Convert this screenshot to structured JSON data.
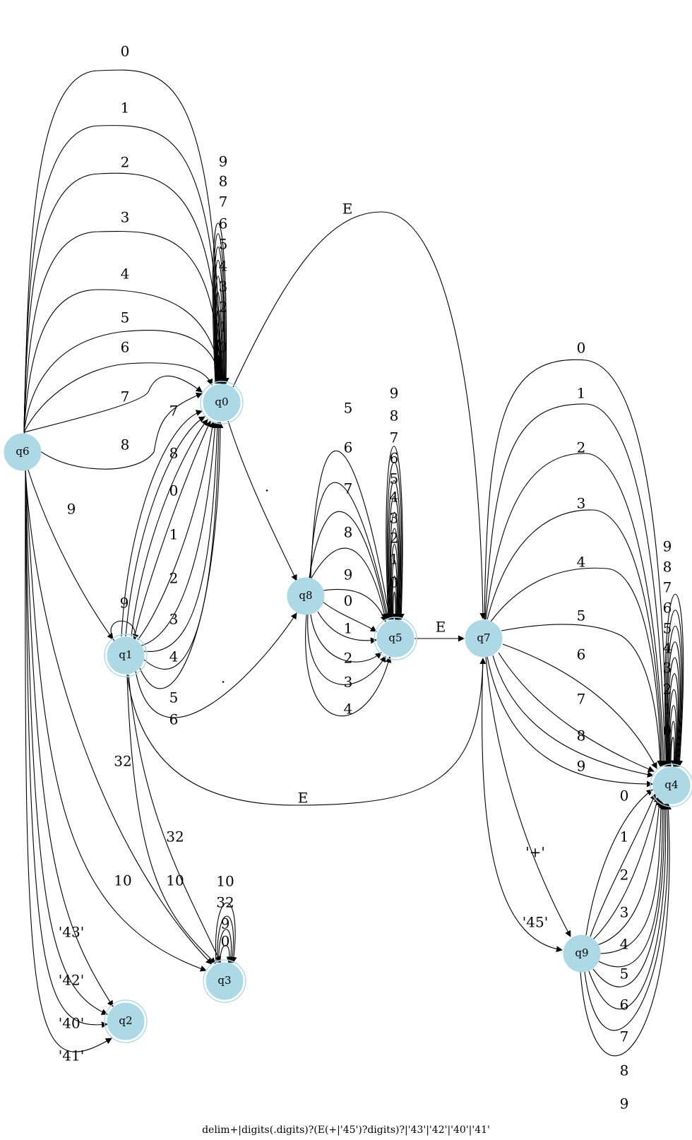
{
  "caption": "delim+|digits(.digits)?(E(+|'45')?digits)?|'43'|'42'|'40'|'41'",
  "colors": {
    "node_fill": "#add8e6",
    "edge": "#000000"
  },
  "nodes": [
    {
      "id": "q0",
      "accepting": true
    },
    {
      "id": "q1",
      "accepting": true
    },
    {
      "id": "q2",
      "accepting": true
    },
    {
      "id": "q3",
      "accepting": true
    },
    {
      "id": "q4",
      "accepting": true
    },
    {
      "id": "q5",
      "accepting": true
    },
    {
      "id": "q6",
      "accepting": false
    },
    {
      "id": "q7",
      "accepting": false
    },
    {
      "id": "q8",
      "accepting": false
    },
    {
      "id": "q9",
      "accepting": false
    }
  ],
  "edges": [
    {
      "from": "q6",
      "to": "q0",
      "label": "0"
    },
    {
      "from": "q6",
      "to": "q0",
      "label": "1"
    },
    {
      "from": "q6",
      "to": "q0",
      "label": "2"
    },
    {
      "from": "q6",
      "to": "q0",
      "label": "3"
    },
    {
      "from": "q6",
      "to": "q0",
      "label": "4"
    },
    {
      "from": "q6",
      "to": "q0",
      "label": "5"
    },
    {
      "from": "q6",
      "to": "q0",
      "label": "6"
    },
    {
      "from": "q6",
      "to": "q0",
      "label": "7"
    },
    {
      "from": "q6",
      "to": "q0",
      "label": "8"
    },
    {
      "from": "q6",
      "to": "q1",
      "label": "9"
    },
    {
      "from": "q6",
      "to": "q3",
      "label": "32"
    },
    {
      "from": "q6",
      "to": "q3",
      "label": "10"
    },
    {
      "from": "q6",
      "to": "q2",
      "label": "'43'"
    },
    {
      "from": "q6",
      "to": "q2",
      "label": "'42'"
    },
    {
      "from": "q6",
      "to": "q2",
      "label": "'40'"
    },
    {
      "from": "q6",
      "to": "q2",
      "label": "'41'"
    },
    {
      "from": "q0",
      "to": "q0",
      "label": "9"
    },
    {
      "from": "q0",
      "to": "q0",
      "label": "8"
    },
    {
      "from": "q0",
      "to": "q0",
      "label": "7"
    },
    {
      "from": "q0",
      "to": "q0",
      "label": "6"
    },
    {
      "from": "q0",
      "to": "q0",
      "label": "5"
    },
    {
      "from": "q0",
      "to": "q0",
      "label": "4"
    },
    {
      "from": "q0",
      "to": "q0",
      "label": "3"
    },
    {
      "from": "q0",
      "to": "q0",
      "label": "2"
    },
    {
      "from": "q0",
      "to": "q0",
      "label": "1"
    },
    {
      "from": "q0",
      "to": "q0",
      "label": "0"
    },
    {
      "from": "q0",
      "to": "q7",
      "label": "E"
    },
    {
      "from": "q0",
      "to": "q8",
      "label": "."
    },
    {
      "from": "q1",
      "to": "q1",
      "label": "9"
    },
    {
      "from": "q1",
      "to": "q0",
      "label": "7"
    },
    {
      "from": "q1",
      "to": "q0",
      "label": "8"
    },
    {
      "from": "q1",
      "to": "q0",
      "label": "0"
    },
    {
      "from": "q1",
      "to": "q0",
      "label": "1"
    },
    {
      "from": "q1",
      "to": "q0",
      "label": "2"
    },
    {
      "from": "q1",
      "to": "q0",
      "label": "3"
    },
    {
      "from": "q1",
      "to": "q0",
      "label": "4"
    },
    {
      "from": "q1",
      "to": "q0",
      "label": "5"
    },
    {
      "from": "q1",
      "to": "q0",
      "label": "6"
    },
    {
      "from": "q1",
      "to": "q8",
      "label": "."
    },
    {
      "from": "q1",
      "to": "q7",
      "label": "E"
    },
    {
      "from": "q1",
      "to": "q3",
      "label": "32"
    },
    {
      "from": "q1",
      "to": "q3",
      "label": "10"
    },
    {
      "from": "q3",
      "to": "q3",
      "label": "10"
    },
    {
      "from": "q3",
      "to": "q3",
      "label": "32"
    },
    {
      "from": "q3",
      "to": "q3",
      "label": "9"
    },
    {
      "from": "q3",
      "to": "q3",
      "label": "0"
    },
    {
      "from": "q8",
      "to": "q5",
      "label": "5"
    },
    {
      "from": "q8",
      "to": "q5",
      "label": "6"
    },
    {
      "from": "q8",
      "to": "q5",
      "label": "7"
    },
    {
      "from": "q8",
      "to": "q5",
      "label": "8"
    },
    {
      "from": "q8",
      "to": "q5",
      "label": "9"
    },
    {
      "from": "q8",
      "to": "q5",
      "label": "0"
    },
    {
      "from": "q8",
      "to": "q5",
      "label": "1"
    },
    {
      "from": "q8",
      "to": "q5",
      "label": "2"
    },
    {
      "from": "q8",
      "to": "q5",
      "label": "3"
    },
    {
      "from": "q8",
      "to": "q5",
      "label": "4"
    },
    {
      "from": "q5",
      "to": "q5",
      "label": "9"
    },
    {
      "from": "q5",
      "to": "q5",
      "label": "8"
    },
    {
      "from": "q5",
      "to": "q5",
      "label": "7"
    },
    {
      "from": "q5",
      "to": "q5",
      "label": "6"
    },
    {
      "from": "q5",
      "to": "q5",
      "label": "5"
    },
    {
      "from": "q5",
      "to": "q5",
      "label": "4"
    },
    {
      "from": "q5",
      "to": "q5",
      "label": "3"
    },
    {
      "from": "q5",
      "to": "q5",
      "label": "2"
    },
    {
      "from": "q5",
      "to": "q5",
      "label": "1"
    },
    {
      "from": "q5",
      "to": "q5",
      "label": "0"
    },
    {
      "from": "q5",
      "to": "q7",
      "label": "E"
    },
    {
      "from": "q7",
      "to": "q4",
      "label": "0"
    },
    {
      "from": "q7",
      "to": "q4",
      "label": "1"
    },
    {
      "from": "q7",
      "to": "q4",
      "label": "2"
    },
    {
      "from": "q7",
      "to": "q4",
      "label": "3"
    },
    {
      "from": "q7",
      "to": "q4",
      "label": "4"
    },
    {
      "from": "q7",
      "to": "q4",
      "label": "5"
    },
    {
      "from": "q7",
      "to": "q4",
      "label": "6"
    },
    {
      "from": "q7",
      "to": "q4",
      "label": "7"
    },
    {
      "from": "q7",
      "to": "q4",
      "label": "8"
    },
    {
      "from": "q7",
      "to": "q4",
      "label": "9"
    },
    {
      "from": "q7",
      "to": "q9",
      "label": "'+'"
    },
    {
      "from": "q7",
      "to": "q9",
      "label": "'45'"
    },
    {
      "from": "q4",
      "to": "q4",
      "label": "9"
    },
    {
      "from": "q4",
      "to": "q4",
      "label": "8"
    },
    {
      "from": "q4",
      "to": "q4",
      "label": "7"
    },
    {
      "from": "q4",
      "to": "q4",
      "label": "6"
    },
    {
      "from": "q4",
      "to": "q4",
      "label": "5"
    },
    {
      "from": "q4",
      "to": "q4",
      "label": "4"
    },
    {
      "from": "q4",
      "to": "q4",
      "label": "3"
    },
    {
      "from": "q4",
      "to": "q4",
      "label": "2"
    },
    {
      "from": "q4",
      "to": "q4",
      "label": "1"
    },
    {
      "from": "q4",
      "to": "q4",
      "label": "0"
    },
    {
      "from": "q9",
      "to": "q4",
      "label": "0"
    },
    {
      "from": "q9",
      "to": "q4",
      "label": "1"
    },
    {
      "from": "q9",
      "to": "q4",
      "label": "2"
    },
    {
      "from": "q9",
      "to": "q4",
      "label": "3"
    },
    {
      "from": "q9",
      "to": "q4",
      "label": "4"
    },
    {
      "from": "q9",
      "to": "q4",
      "label": "5"
    },
    {
      "from": "q9",
      "to": "q4",
      "label": "6"
    },
    {
      "from": "q9",
      "to": "q4",
      "label": "7"
    },
    {
      "from": "q9",
      "to": "q4",
      "label": "8"
    },
    {
      "from": "q9",
      "to": "q4",
      "label": "9"
    }
  ]
}
